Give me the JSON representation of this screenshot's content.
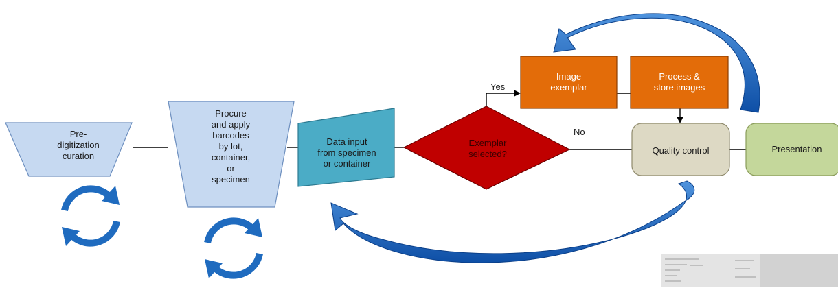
{
  "colors": {
    "light_blue": "#c6d9f1",
    "teal": "#4bacc6",
    "red": "#c00000",
    "orange": "#e36c09",
    "beige": "#ddd9c4",
    "green": "#c4d79b",
    "cycle_blue": "#1f6bbf",
    "dark_text": "#1a1a1a"
  },
  "nodes": {
    "pre_digitization": [
      "Pre-",
      "digitization",
      "curation"
    ],
    "barcodes": [
      "Procure",
      "and apply",
      "barcodes",
      "by lot,",
      "container,",
      "or",
      "specimen"
    ],
    "data_input": [
      "Data input",
      "from specimen",
      "or container"
    ],
    "decision": [
      "Exemplar",
      "selected?"
    ],
    "image_exemplar": [
      "Image",
      "exemplar"
    ],
    "process_store": [
      "Process &",
      "store images"
    ],
    "quality_control": [
      "Quality control"
    ],
    "presentation": [
      "Presentation"
    ]
  },
  "edges": {
    "yes_label": "Yes",
    "no_label": "No"
  },
  "icons": {
    "cycle_left": "refresh-cycle-icon",
    "cycle_right": "refresh-cycle-icon",
    "feedback_top": "curved-arrow-icon",
    "feedback_bottom": "curved-arrow-icon"
  }
}
